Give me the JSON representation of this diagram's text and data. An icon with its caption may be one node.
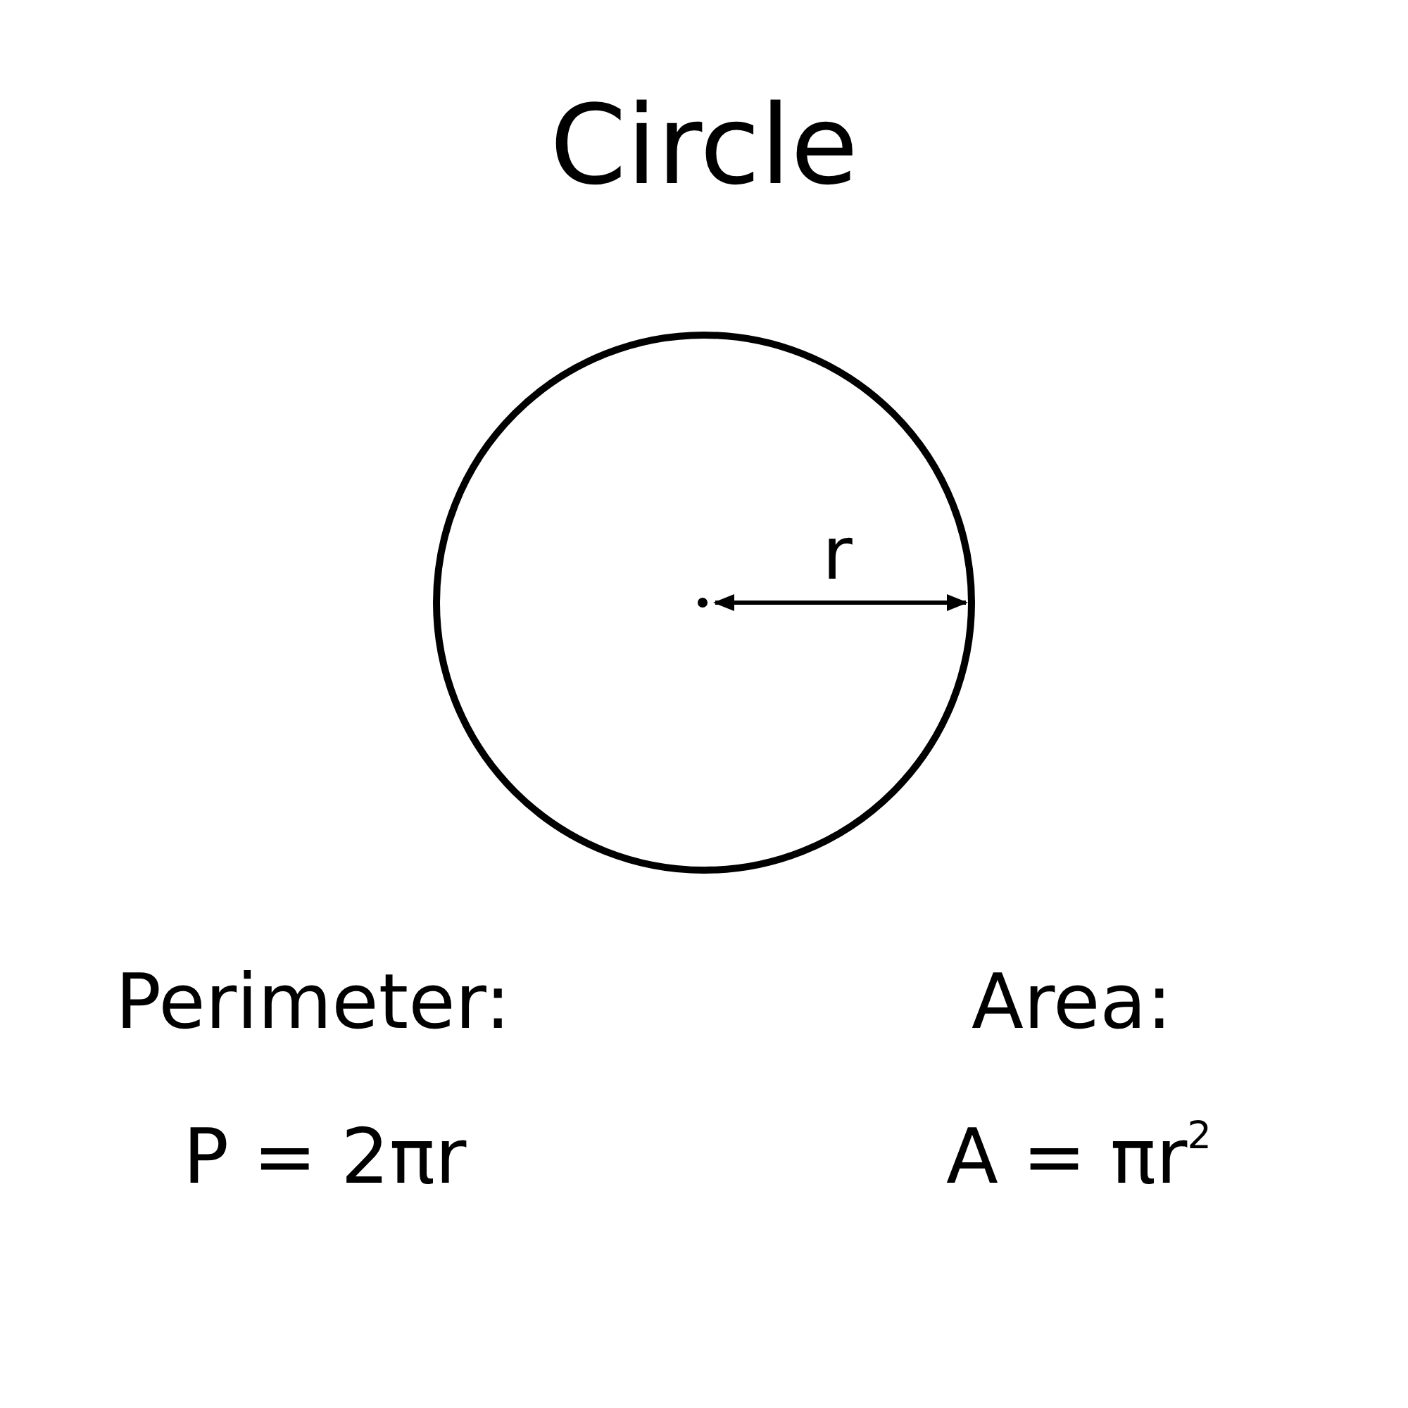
{
  "diagram": {
    "title": "Circle",
    "labels": [
      "r",
      "Perimeter:",
      "P = 2πr",
      "Area:",
      "A = πr$^{2}$"
    ]
  }
}
